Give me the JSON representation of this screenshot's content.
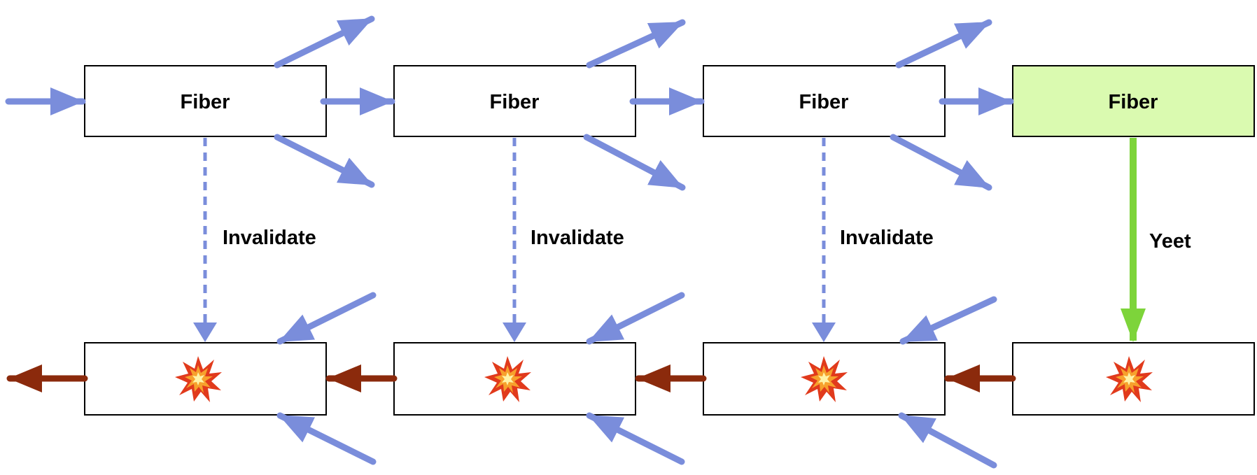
{
  "top_row": [
    {
      "label": "Fiber",
      "highlighted": false
    },
    {
      "label": "Fiber",
      "highlighted": false
    },
    {
      "label": "Fiber",
      "highlighted": false
    },
    {
      "label": "Fiber",
      "highlighted": true
    }
  ],
  "bottom_row_icon": "collision-icon",
  "vertical_links": [
    {
      "label": "Invalidate",
      "style": "dashed"
    },
    {
      "label": "Invalidate",
      "style": "dashed"
    },
    {
      "label": "Invalidate",
      "style": "dashed"
    },
    {
      "label": "Yeet",
      "style": "solid"
    }
  ],
  "colors": {
    "blue_arrow": "#7a8ddb",
    "red_arrow": "#8b2a0c",
    "green_arrow": "#7dd43a",
    "highlight_fill": "#dafab0",
    "box_stroke": "#000000"
  }
}
